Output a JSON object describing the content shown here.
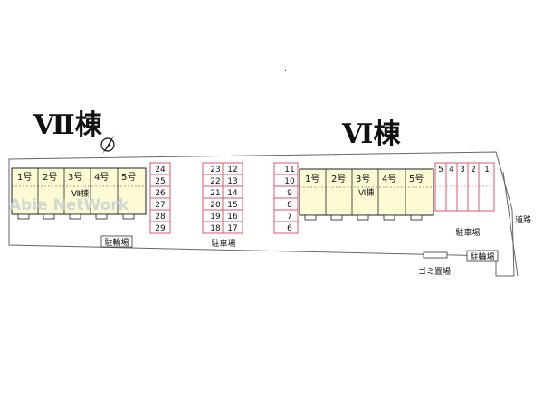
{
  "buildings": [
    {
      "title": "Ⅶ棟",
      "center_label": "Ⅶ棟",
      "units": [
        "1号",
        "2号",
        "3号",
        "4号",
        "5号"
      ]
    },
    {
      "title": "Ⅵ棟",
      "center_label": "Ⅵ棟",
      "units": [
        "1号",
        "2号",
        "3号",
        "4号",
        "5号"
      ]
    }
  ],
  "parking": {
    "column_a": [
      "24",
      "25",
      "26",
      "27",
      "28",
      "29"
    ],
    "column_b_left": [
      "23",
      "22",
      "21",
      "20",
      "19",
      "18"
    ],
    "column_b_right": [
      "12",
      "13",
      "14",
      "15",
      "16",
      "17"
    ],
    "column_c": [
      "11",
      "10",
      "9",
      "8",
      "7",
      "6"
    ],
    "right_row": [
      "5",
      "4",
      "3",
      "2",
      "1"
    ]
  },
  "labels": {
    "bicycle_left": "駐輪場",
    "parking_center": "駐車場",
    "parking_right": "駐車場",
    "garbage": "ゴミ置場",
    "bicycle_right": "駐輪場",
    "road": "道路",
    "watermark": "Abie NetWork"
  },
  "colors": {
    "building_fill": "#fdfbd4",
    "parking_stroke": "#e0566e",
    "outline": "#222222",
    "watermark": "#cfd6d8"
  }
}
